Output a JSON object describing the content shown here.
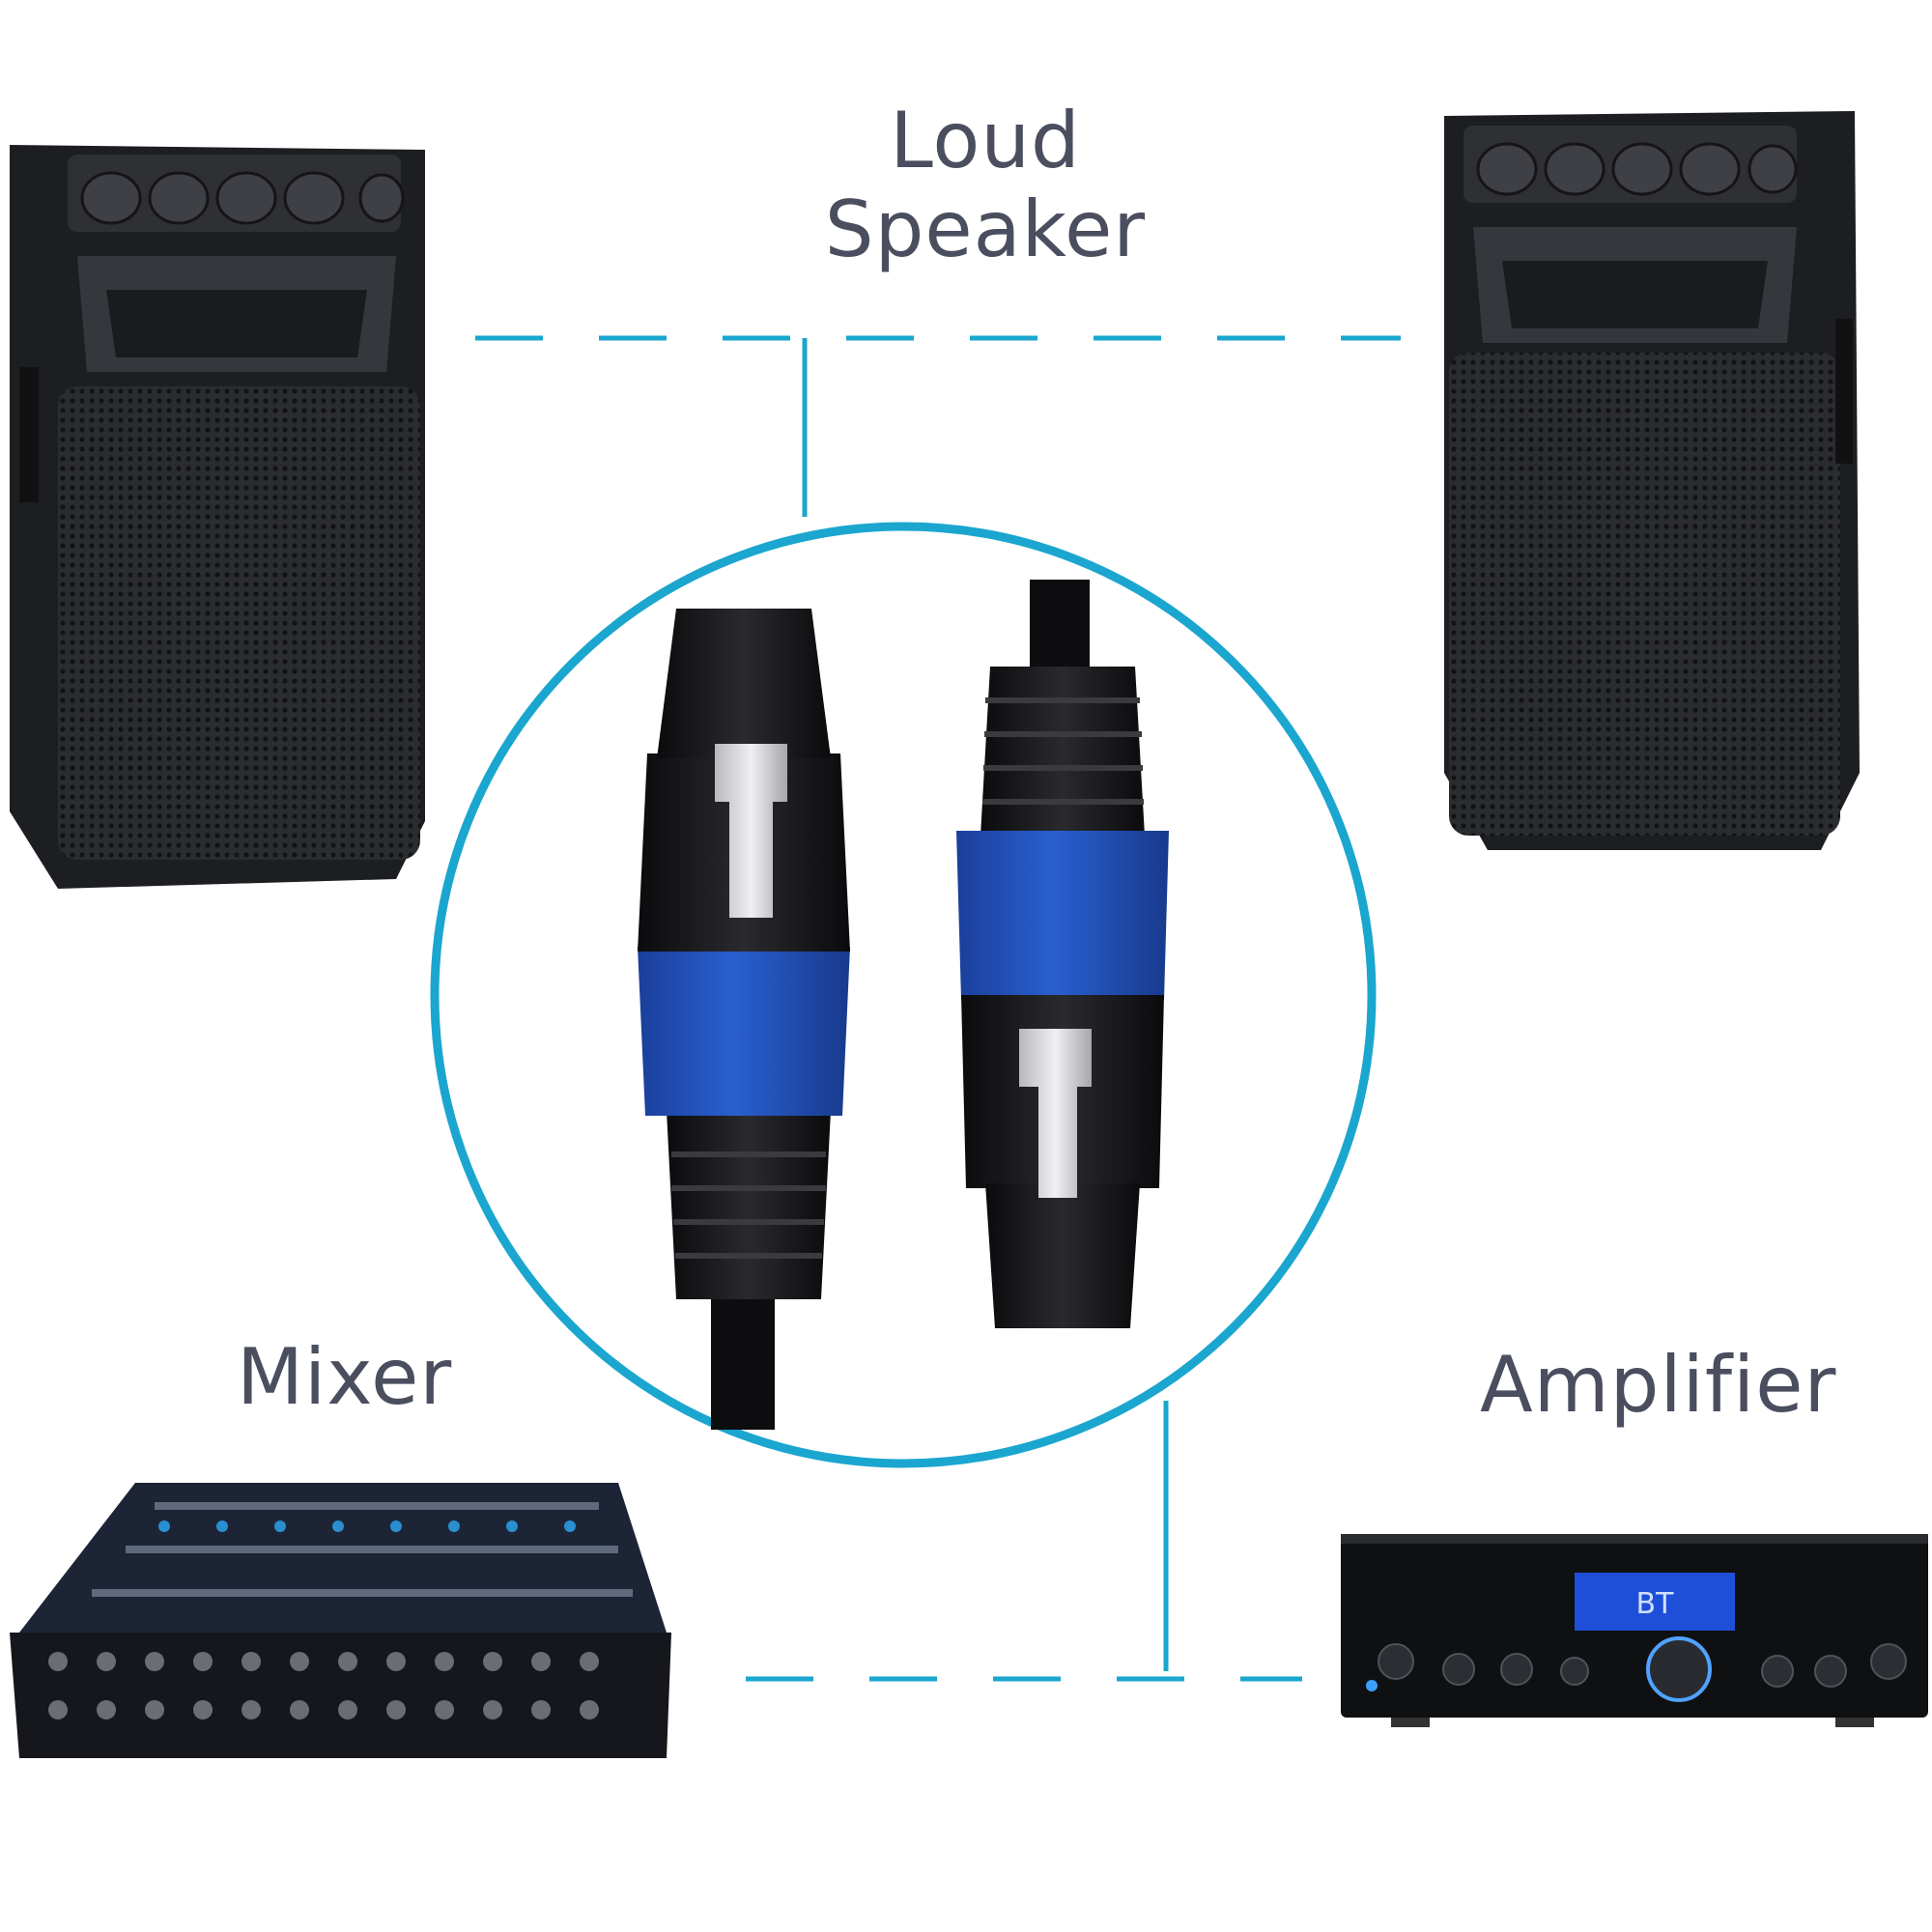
{
  "labels": {
    "loud_speaker_line1": "Loud",
    "loud_speaker_line2": "Speaker",
    "mixer": "Mixer",
    "amplifier": "Amplifier"
  },
  "amplifier_display": "BT",
  "colors": {
    "accent": "#1aa6cf",
    "connector_blue": "#1e4fb0",
    "label_text": "#4a4e5e"
  }
}
